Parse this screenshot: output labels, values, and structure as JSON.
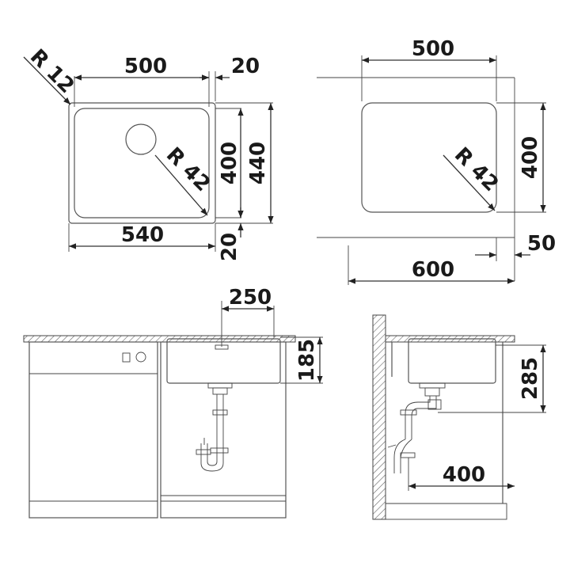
{
  "plan_view_left": {
    "corner_radius_outer": "R 12",
    "inner_width": "500",
    "rim_offset_right": "20",
    "inner_depth": "400",
    "outer_depth": "440",
    "corner_radius_bowl": "R 42",
    "outer_width": "540",
    "rim_offset_bottom": "20"
  },
  "plan_view_right": {
    "bowl_width": "500",
    "bowl_depth": "400",
    "corner_radius_bowl": "R 42",
    "edge_offset": "50",
    "cabinet_width": "600"
  },
  "front_view": {
    "drain_offset": "250",
    "bowl_depth": "185"
  },
  "side_view": {
    "bowl_depth": "285",
    "cabinet_depth": "400"
  },
  "colors": {
    "line": "#333333",
    "hatch": "#555555",
    "text": "#1a1a1a"
  }
}
